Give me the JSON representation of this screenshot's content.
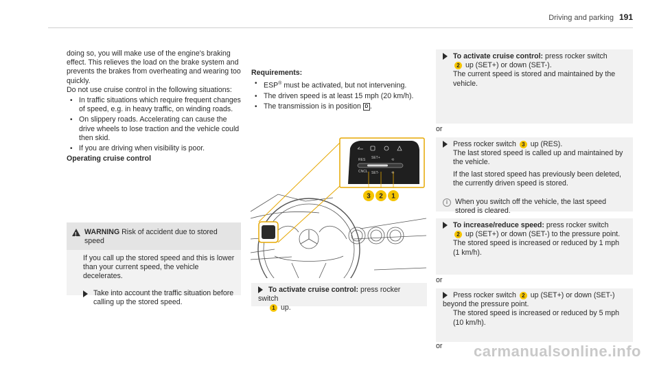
{
  "header": {
    "section": "Driving and parking",
    "page": "191"
  },
  "col1": {
    "intro": "doing so, you will make use of the engine's braking effect. This relieves the load on the brake system and prevents the brakes from overheating and wearing too quickly.",
    "dont": "Do not use cruise control in the following situations:",
    "bullets": [
      "In traffic situations which require frequent changes of speed, e.g. in heavy traffic, on winding roads.",
      "On slippery roads. Accelerating can cause the drive wheels to lose traction and the vehicle could then skid.",
      "If you are driving when visibility is poor."
    ],
    "section_title": "Operating cruise control",
    "warning": {
      "label": "WARNING",
      "title": "Risk of accident due to stored speed",
      "body": "If you call up the stored speed and this is lower than your current speed, the vehicle decelerates.",
      "step": "Take into account the traffic situation before calling up the stored speed."
    }
  },
  "col2": {
    "req_title": "Requirements:",
    "req_items": [
      "must be activated, but not intervening.",
      "The driven speed is at least 15 mph (20 km/h).",
      "The transmission is in position"
    ],
    "esp": "ESP",
    "reg": "®",
    "gear_symbol": "D",
    "step_bold": "To activate cruise control:",
    "step_text": "press rocker switch",
    "step_num": "1",
    "step_tail": "up."
  },
  "col3": {
    "s1": {
      "bold": "To activate cruise control:",
      "a": "press rocker switch",
      "n": "2",
      "b": "up (SET+) or down (SET-).",
      "c": "The current speed is stored and maintained by the vehicle."
    },
    "or": "or",
    "s2": {
      "a": "Press rocker switch",
      "n": "3",
      "b": "up (RES).",
      "c": "The last stored speed is called up and maintained by the vehicle.",
      "d": "If the last stored speed has previously been deleted, the currently driven speed is stored."
    },
    "note": "When you switch off the vehicle, the last speed stored is cleared.",
    "s3": {
      "bold": "To increase/reduce speed:",
      "a": "press rocker switch",
      "n": "2",
      "b": "up (SET+) or down (SET-) to the pressure point.",
      "c": "The stored speed is increased or reduced by 1 mph (1 km/h)."
    },
    "s4": {
      "a": "Press rocker switch",
      "n": "2",
      "b": "up (SET+) or down (SET-) beyond the pressure point.",
      "c": "The stored speed is increased or reduced by 5 mph (10 km/h)."
    }
  },
  "figure": {
    "btn_labels": [
      "RES",
      "SET+",
      "CNCL",
      "SET-"
    ],
    "callouts": [
      "3",
      "2",
      "1"
    ]
  },
  "watermark": "carmanualsonline.info",
  "colors": {
    "callout": "#f5c400",
    "figure_frame": "#e6a700",
    "step_bg": "#f1f1f1"
  }
}
